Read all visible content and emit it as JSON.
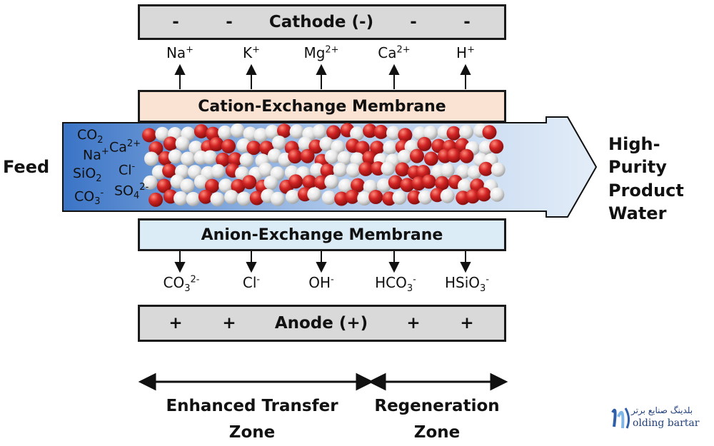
{
  "cathode": {
    "label": "Cathode (-)",
    "signs": [
      "-",
      "-",
      "-",
      "-"
    ]
  },
  "anode": {
    "label": "Anode (+)",
    "signs": [
      "+",
      "+",
      "+",
      "+"
    ]
  },
  "cation_membrane": {
    "label": "Cation-Exchange Membrane"
  },
  "anion_membrane": {
    "label": "Anion-Exchange Membrane"
  },
  "cations": [
    {
      "base": "Na",
      "sup": "+"
    },
    {
      "base": "K",
      "sup": "+"
    },
    {
      "base": "Mg",
      "sup": "2+"
    },
    {
      "base": "Ca",
      "sup": "2+"
    },
    {
      "base": "H",
      "sup": "+"
    }
  ],
  "anions": [
    {
      "base": "CO",
      "sub": "3",
      "sup": "2-"
    },
    {
      "base": "Cl",
      "sup": "-"
    },
    {
      "base": "OH",
      "sup": "-"
    },
    {
      "base": "HCO",
      "sub": "3",
      "sup": "-"
    },
    {
      "base": "HSiO",
      "sub": "3",
      "sup": "-"
    }
  ],
  "feed_label": "Feed",
  "feed_ions": {
    "co2": {
      "base": "CO",
      "sub": "2"
    },
    "na": {
      "base": "Na",
      "sup": "+"
    },
    "ca": {
      "base": "Ca",
      "sup": "2+"
    },
    "sio2": {
      "base": "SiO",
      "sub": "2"
    },
    "cl": {
      "base": "Cl",
      "sup": "-"
    },
    "co3": {
      "base": "CO",
      "sub": "3",
      "sup": "-"
    },
    "so4": {
      "base": "SO",
      "sub": "4",
      "sup": "2-"
    }
  },
  "product": {
    "line1": "High-Purity",
    "line2": "Product",
    "line3": "Water"
  },
  "zones": {
    "enhanced": {
      "line1": "Enhanced Transfer",
      "line2": "Zone"
    },
    "regeneration": {
      "line1": "Regeneration",
      "line2": "Zone"
    }
  },
  "logo": {
    "text_fa": "بلدینگ صنایع برتر",
    "text_en": "olding bartar"
  },
  "colors": {
    "electrode_fill": "#d9d9d9",
    "cation_membrane_fill": "#fbe3d4",
    "anion_membrane_fill": "#dcecf6",
    "feed_blue": "#3d78c8",
    "bead_red": "#c81e1e",
    "bead_white": "#eeeeee"
  }
}
